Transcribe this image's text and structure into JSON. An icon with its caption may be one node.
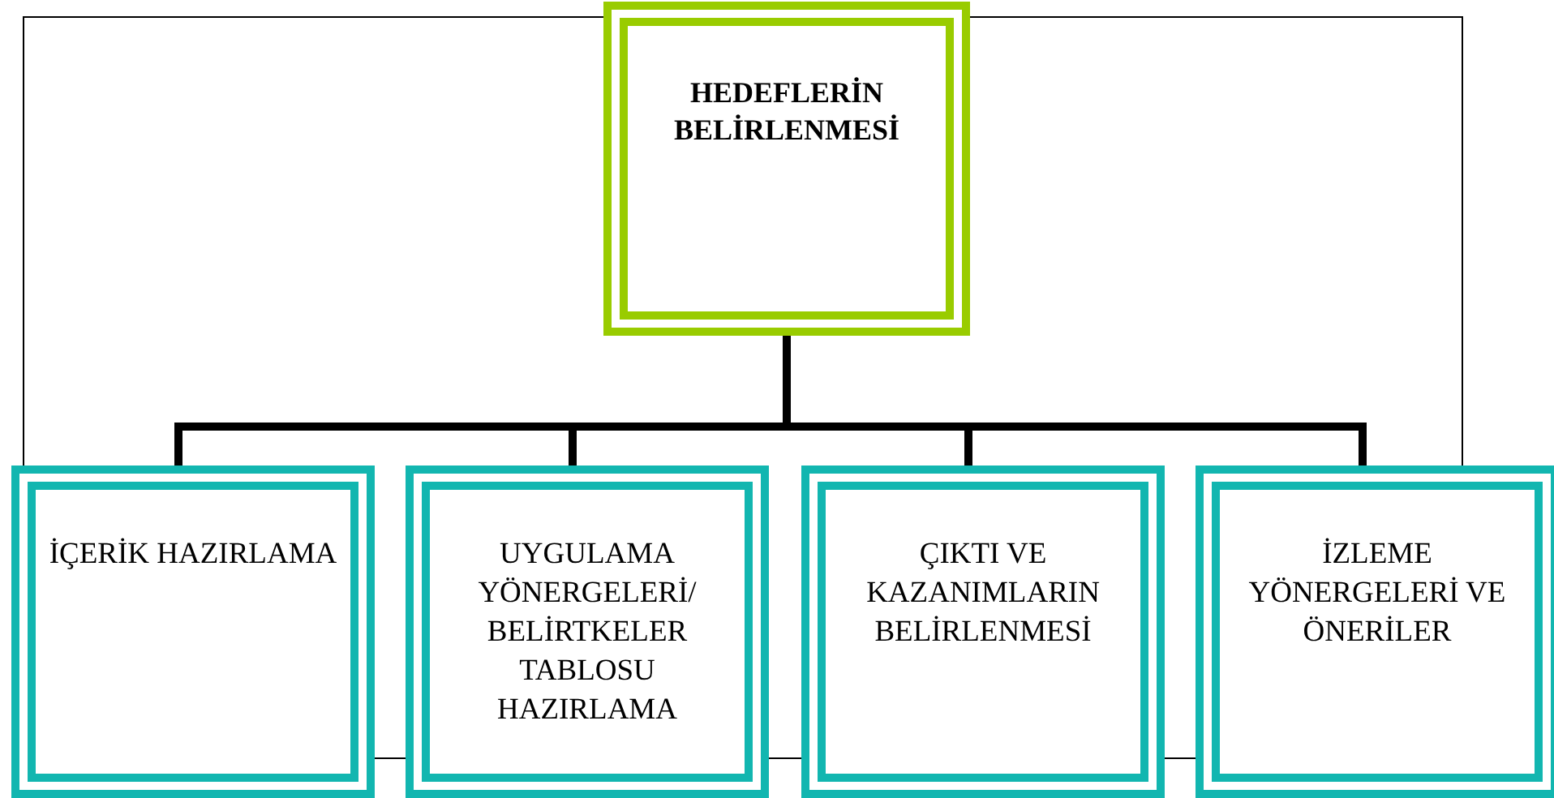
{
  "diagram": {
    "nodes": [
      {
        "text": [
          "HEDEFLERİN BELİRLENMESİ"
        ]
      },
      {
        "text": [
          "İÇERİK HAZIRLAMA"
        ]
      },
      {
        "text": [
          "UYGULAMA YÖNERGELERİ/ BELİRTKELER TABLOSU HAZIRLAMA"
        ]
      },
      {
        "text": [
          "ÇIKTI VE KAZANIMLARIN BELİRLENMESİ"
        ]
      },
      {
        "text": [
          "İZLEME YÖNERGELERİ VE ÖNERİLER"
        ]
      }
    ],
    "edges": [
      {
        "from": 0,
        "to": 1,
        "arrow": "none"
      },
      {
        "from": 0,
        "to": 2,
        "arrow": "none"
      },
      {
        "from": 0,
        "to": 3,
        "arrow": "none"
      },
      {
        "from": 0,
        "to": 4,
        "arrow": "none"
      }
    ]
  }
}
